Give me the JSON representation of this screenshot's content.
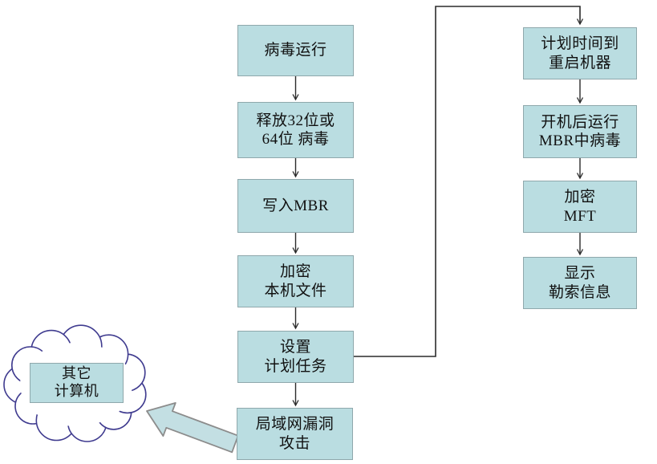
{
  "colors": {
    "background": "#ffffff",
    "box-fill": "#badde1",
    "box-border": "#8fa8ac",
    "cloud-stroke": "#3f3b8f",
    "arrow-fill": "#c3dfe3",
    "arrow-stroke": "#8c8c8c",
    "connector": "#2b2b2b",
    "text": "#111111"
  },
  "flow_main": {
    "step1": {
      "label": "病毒运行"
    },
    "step2": {
      "label": "释放32位或\n64位 病毒"
    },
    "step3": {
      "label": "写入MBR"
    },
    "step4": {
      "label": "加密\n本机文件"
    },
    "step5": {
      "label": "设置\n计划任务"
    },
    "step6": {
      "label": "局域网漏洞\n攻击"
    }
  },
  "flow_right": {
    "step1": {
      "label": "计划时间到\n重启机器"
    },
    "step2": {
      "label": "开机后运行\nMBR中病毒"
    },
    "step3": {
      "label": "加密\nMFT"
    },
    "step4": {
      "label": "显示\n勒索信息"
    }
  },
  "cloud": {
    "label": "其它\n计算机"
  }
}
